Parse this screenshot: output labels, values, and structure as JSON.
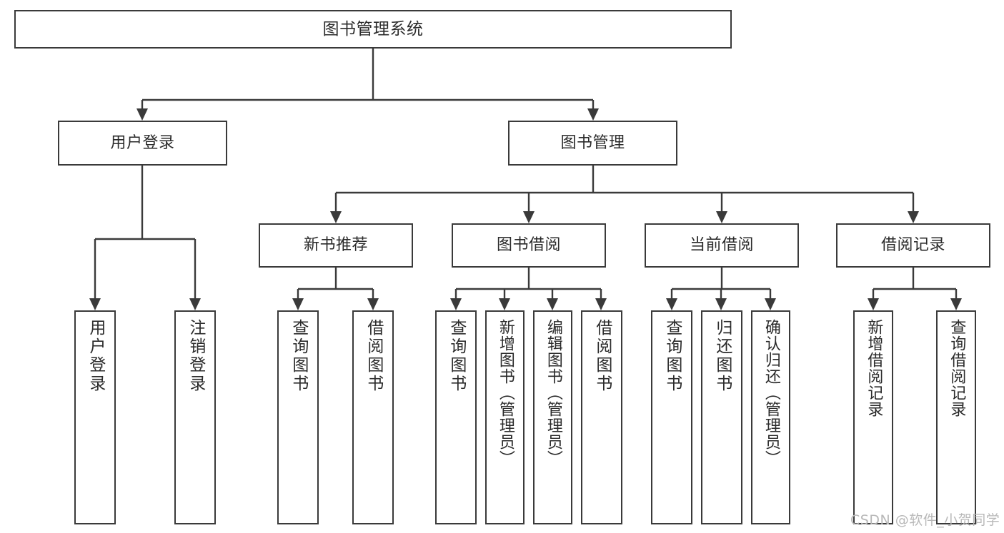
{
  "diagram": {
    "title": "图书管理系统",
    "type": "tree-hierarchy-chart",
    "watermark": "CSDN @软件_小贺同学",
    "root": {
      "label": "图书管理系统"
    },
    "level2": [
      {
        "label": "用户登录"
      },
      {
        "label": "图书管理"
      }
    ],
    "level3": [
      {
        "label": "新书推荐"
      },
      {
        "label": "图书借阅"
      },
      {
        "label": "当前借阅"
      },
      {
        "label": "借阅记录"
      }
    ],
    "leaves": {
      "user_login": [
        {
          "label": "用户登录"
        },
        {
          "label": "注销登录"
        }
      ],
      "new_book_recommend": [
        {
          "label": "查询图书"
        },
        {
          "label": "借阅图书"
        }
      ],
      "book_borrow": [
        {
          "label": "查询图书"
        },
        {
          "label": "新增图书（管理员）"
        },
        {
          "label": "编辑图书（管理员）"
        },
        {
          "label": "借阅图书"
        }
      ],
      "current_borrow": [
        {
          "label": "查询图书"
        },
        {
          "label": "归还图书"
        },
        {
          "label": "确认归还（管理员）"
        }
      ],
      "borrow_record": [
        {
          "label": "新增借阅记录"
        },
        {
          "label": "查询借阅记录"
        }
      ]
    },
    "colors": {
      "stroke": "#3a3a3a",
      "text": "#2b2b2b",
      "background": "#ffffff",
      "watermark": "#b8b8b8"
    }
  }
}
